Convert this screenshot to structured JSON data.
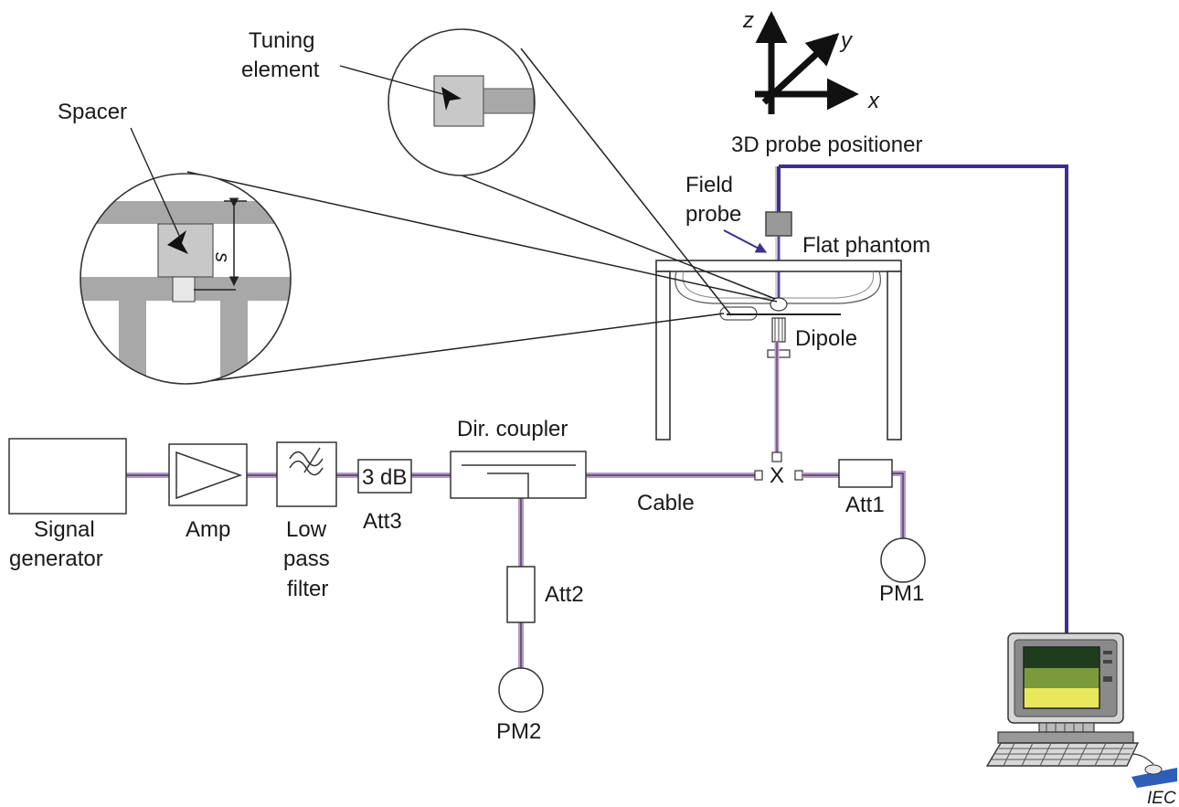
{
  "labels": {
    "tuning_element": [
      "Tuning",
      "element"
    ],
    "spacer": "Spacer",
    "s_symbol": "s",
    "axis_z": "z",
    "axis_y": "y",
    "axis_x": "x",
    "probe_positioner": "3D probe positioner",
    "field_probe": [
      "Field",
      "probe"
    ],
    "flat_phantom": "Flat phantom",
    "dipole": "Dipole",
    "dir_coupler": "Dir. coupler",
    "signal_generator": [
      "Signal",
      "generator"
    ],
    "amp": "Amp",
    "low_pass_filter": [
      "Low",
      "pass",
      "filter"
    ],
    "att3_value": "3 dB",
    "att3": "Att3",
    "cable": "Cable",
    "junction_x": "X",
    "att1": "Att1",
    "att2": "Att2",
    "pm1": "PM1",
    "pm2": "PM2",
    "watermark": "IEC"
  },
  "colors": {
    "positioner_cable": "#3d2f8a",
    "rf_cable": "#b49cc4",
    "screen_top": "#1f3d1e",
    "screen_mid": "#7a9a3c",
    "screen_bottom": "#e9e85a",
    "mouse_pad": "#2e5fb8"
  }
}
